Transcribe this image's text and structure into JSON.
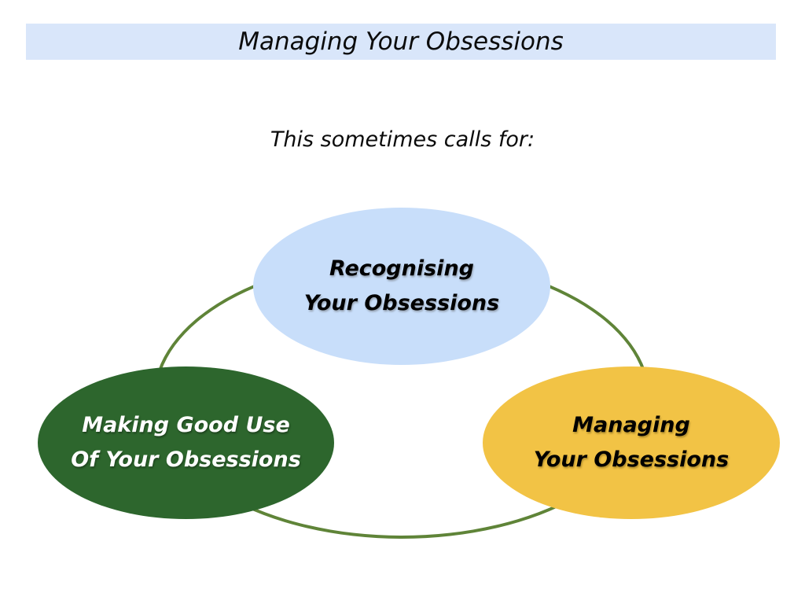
{
  "page": {
    "title": "Managing Your Obsessions",
    "subtitle": "This sometimes calls for:"
  },
  "diagram": {
    "nodes": [
      {
        "id": "recognising",
        "line1": "Recognising",
        "line2": "Your Obsessions",
        "fill": "#c8defa",
        "text_color": "#000000"
      },
      {
        "id": "making-good-use",
        "line1": "Making Good Use",
        "line2": "Of Your Obsessions",
        "fill": "#2d662d",
        "text_color": "#ffffff"
      },
      {
        "id": "managing",
        "line1": "Managing",
        "line2": "Your Obsessions",
        "fill": "#f2c345",
        "text_color": "#000000"
      }
    ],
    "ring_color": "#5f8438"
  },
  "colors": {
    "banner_background": "#d9e6fa",
    "node_blue": "#c8defa",
    "node_green": "#2d662d",
    "node_yellow": "#f2c345",
    "ring_stroke": "#5f8438",
    "page_background": "#ffffff"
  }
}
